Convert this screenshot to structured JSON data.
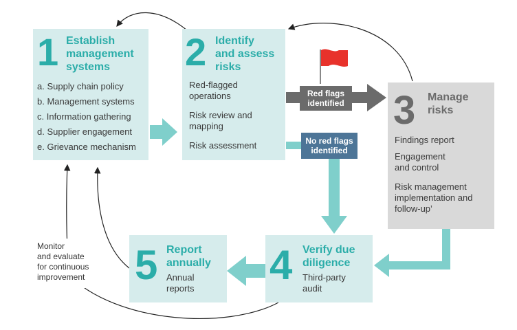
{
  "steps": [
    {
      "number": "1",
      "title": "Establish\nmanagement\nsystems",
      "items": [
        "a. Supply chain policy",
        "b. Management systems",
        "c. Information gathering",
        "d. Supplier engagement",
        "e. Grievance mechanism"
      ]
    },
    {
      "number": "2",
      "title": "Identify\nand assess\nrisks",
      "items": [
        "Red-flagged\noperations",
        "Risk review and\nmapping",
        "Risk assessment"
      ]
    },
    {
      "number": "3",
      "title": "Manage\nrisks",
      "items": [
        "Findings report",
        "Engagement\nand control",
        "Risk management\nimplementation and\nfollow-up’"
      ]
    },
    {
      "number": "4",
      "title": "Verify due\ndiligence",
      "items": [
        "Third-party\naudit"
      ]
    },
    {
      "number": "5",
      "title": "Report\nannually",
      "items": [
        "Annual\nreports"
      ]
    }
  ],
  "labels": {
    "red_flags": "Red flags\nidentified",
    "no_red_flags": "No red flags\nidentified",
    "monitor": "Monitor\nand evaluate\nfor continuous\nimprovement"
  },
  "colors": {
    "teal_box": "#d6ecec",
    "teal_text": "#2bada9",
    "teal_arrow": "#7fcfcb",
    "grey_box": "#d9d9d9",
    "grey_arrow": "#6b6b6b",
    "navy_tag": "#4d7597",
    "flag_red": "#e8322b"
  },
  "icons": [
    "red-flag-icon"
  ]
}
